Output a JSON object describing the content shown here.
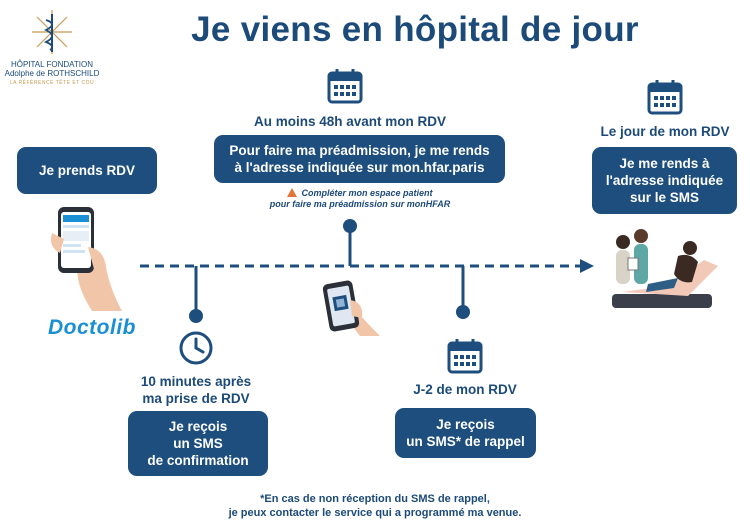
{
  "page": {
    "title": "Je viens en hôpital de jour"
  },
  "logo": {
    "name_line1": "HÔPITAL FONDATION",
    "name_line2": "Adolphe de ROTHSCHILD",
    "tagline": "LA RÉFÉRENCE TÊTE ET COU"
  },
  "steps": {
    "rdv": {
      "text": "Je prends RDV",
      "brand": "Doctolib"
    },
    "confirmation": {
      "label_line1": "10 minutes après",
      "label_line2": "ma prise de RDV",
      "text_line1": "Je reçois",
      "text_line2": "un SMS",
      "text_line3": "de confirmation"
    },
    "preadmission": {
      "label": "Au moins 48h avant mon RDV",
      "text_line1": "Pour faire ma préadmission, je me rends",
      "text_line2": "à l'adresse indiquée sur mon.hfar.paris",
      "note_line1": "Compléter mon espace patient",
      "note_line2": "pour faire ma préadmission sur monHFAR"
    },
    "reminder": {
      "label": "J-2 de mon RDV",
      "text_line1": "Je reçois",
      "text_line2": "un SMS* de rappel"
    },
    "dday": {
      "label": "Le jour de mon RDV",
      "text_line1": "Je me rends à",
      "text_line2": "l'adresse indiquée",
      "text_line3": "sur le SMS"
    }
  },
  "footnote": {
    "line1": "*En cas de non réception du SMS de rappel,",
    "line2": "je peux contacter le service qui a programmé ma venue."
  },
  "colors": {
    "primary": "#1d4e7e",
    "warning": "#e0763a",
    "brand": "#1a8fd3"
  }
}
